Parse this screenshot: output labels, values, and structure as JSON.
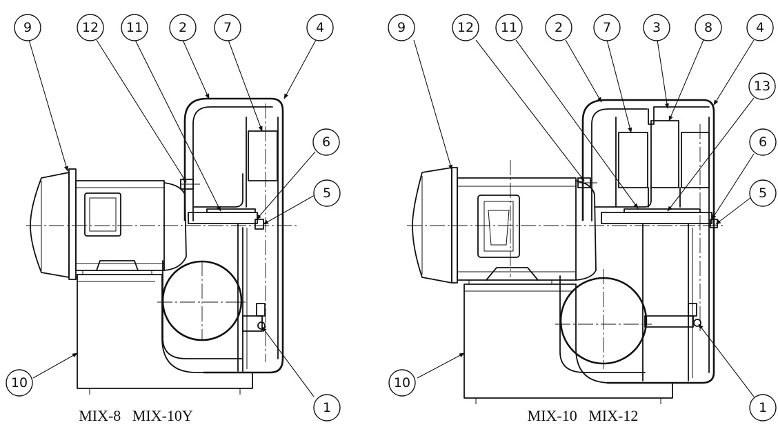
{
  "left_view": {
    "caption": "MIX-8   MIX-10Y",
    "callouts": [
      "9",
      "12",
      "11",
      "2",
      "7",
      "4",
      "6",
      "5",
      "10",
      "1"
    ]
  },
  "right_view": {
    "caption": "MIX-10   MIX-12",
    "callouts": [
      "9",
      "12",
      "11",
      "2",
      "7",
      "3",
      "8",
      "4",
      "13",
      "6",
      "5",
      "10",
      "1"
    ]
  },
  "colors": {
    "line": "#111111",
    "background": "#ffffff"
  }
}
